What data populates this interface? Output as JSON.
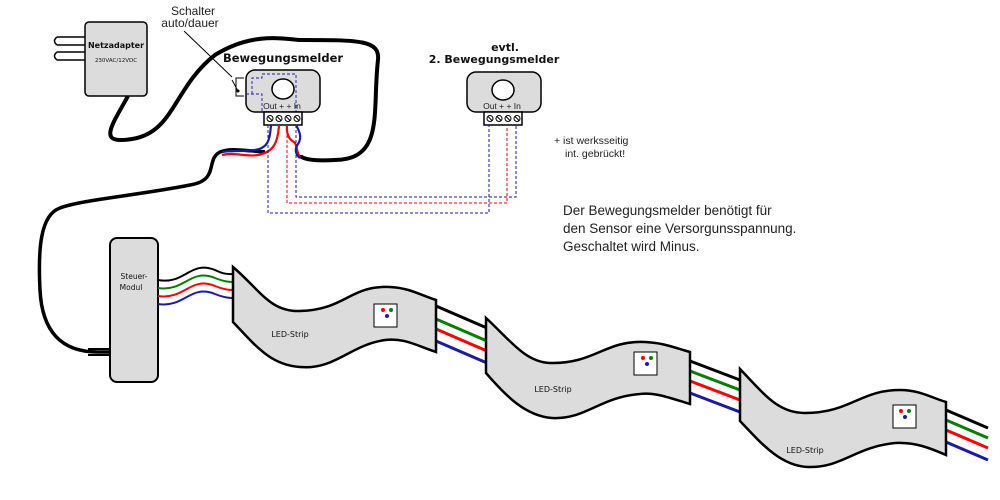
{
  "adapter": {
    "title": "Netzadapter",
    "spec": "230VAC/12VDC"
  },
  "switch_label": {
    "line1": "Schalter",
    "line2": "auto/dauer"
  },
  "sensor1": {
    "title": "Bewegungsmelder",
    "terminals": "Out + +  In"
  },
  "sensor2": {
    "title_line1": "evtl.",
    "title_line2": "2. Bewegungsmelder",
    "terminals": "Out + +  In"
  },
  "bridge_note": {
    "line1": "+ ist werksseitig",
    "line2": "int. gebrückt!"
  },
  "description": {
    "line1": "Der Bewegungsmelder benötigt für",
    "line2": "den Sensor eine Versorgunsspannung.",
    "line3": "Geschaltet wird Minus."
  },
  "controller": {
    "line1": "Steuer-",
    "line2": "Modul"
  },
  "strips": [
    {
      "label": "LED-Strip"
    },
    {
      "label": "LED-Strip"
    },
    {
      "label": "LED-Strip"
    }
  ],
  "colors": {
    "wire_black": "#000000",
    "wire_red": "#ff0000",
    "wire_green": "#008000",
    "wire_blue": "#1a1aa8",
    "device_fill": "#dcdcdc",
    "dashed_blue": "#1a1aa8",
    "dashed_red": "#ff0000"
  }
}
